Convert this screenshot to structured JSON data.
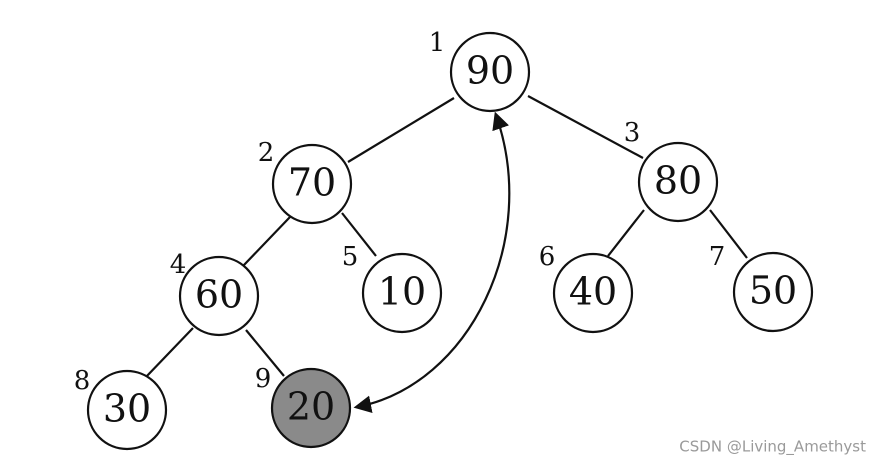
{
  "tree": {
    "nodes": [
      {
        "index": "1",
        "value": "90"
      },
      {
        "index": "2",
        "value": "70"
      },
      {
        "index": "3",
        "value": "80"
      },
      {
        "index": "4",
        "value": "60"
      },
      {
        "index": "5",
        "value": "10"
      },
      {
        "index": "6",
        "value": "40"
      },
      {
        "index": "7",
        "value": "50"
      },
      {
        "index": "8",
        "value": "30"
      },
      {
        "index": "9",
        "value": "20",
        "highlighted": true
      }
    ],
    "edges": [
      [
        "1",
        "2"
      ],
      [
        "1",
        "3"
      ],
      [
        "2",
        "4"
      ],
      [
        "2",
        "5"
      ],
      [
        "3",
        "6"
      ],
      [
        "3",
        "7"
      ],
      [
        "4",
        "8"
      ],
      [
        "4",
        "9"
      ]
    ],
    "swap": {
      "from": "1",
      "to": "9"
    },
    "colors": {
      "stroke": "#111111",
      "node_fill": "#ffffff",
      "highlight_fill": "#8a8a8a"
    }
  },
  "watermark": {
    "text": "CSDN @Living_Amethyst"
  }
}
